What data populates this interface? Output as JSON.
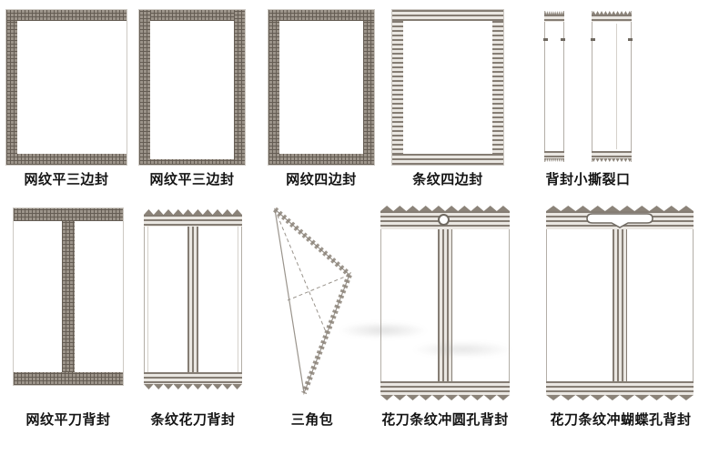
{
  "colors": {
    "mesh-bg": "#9c948a",
    "mesh-line": "#655d54",
    "stripe-dark": "#857d74",
    "stripe-light": "#eae7e2",
    "edge": "#b3aea7",
    "edge-light": "#cdc9c3",
    "serr": "#8b8379",
    "ink": "#141414"
  },
  "rows": [
    {
      "items": [
        {
          "label": "网纹平三边封",
          "type": "mesh-flat-three-side-seal"
        },
        {
          "label": "网纹平三边封",
          "type": "mesh-flat-three-side-seal"
        },
        {
          "label": "网纹四边封",
          "type": "mesh-four-side-seal"
        },
        {
          "label": "条纹四边封",
          "type": "stripe-four-side-seal"
        },
        {
          "label": "背封小撕裂口",
          "type": "back-seal-small-tear-notch"
        }
      ]
    },
    {
      "items": [
        {
          "label": "网纹平刀背封",
          "type": "mesh-flat-cut-back-seal"
        },
        {
          "label": "条纹花刀背封",
          "type": "stripe-serrated-cut-back-seal"
        },
        {
          "label": "三角包",
          "type": "triangle-pack"
        },
        {
          "label": "花刀条纹冲圆孔背封",
          "type": "serrated-stripe-punched-round-hole-back-seal"
        },
        {
          "label": "花刀条纹冲蝴蝶孔背封",
          "type": "serrated-stripe-punched-butterfly-hole-back-seal"
        }
      ]
    }
  ]
}
